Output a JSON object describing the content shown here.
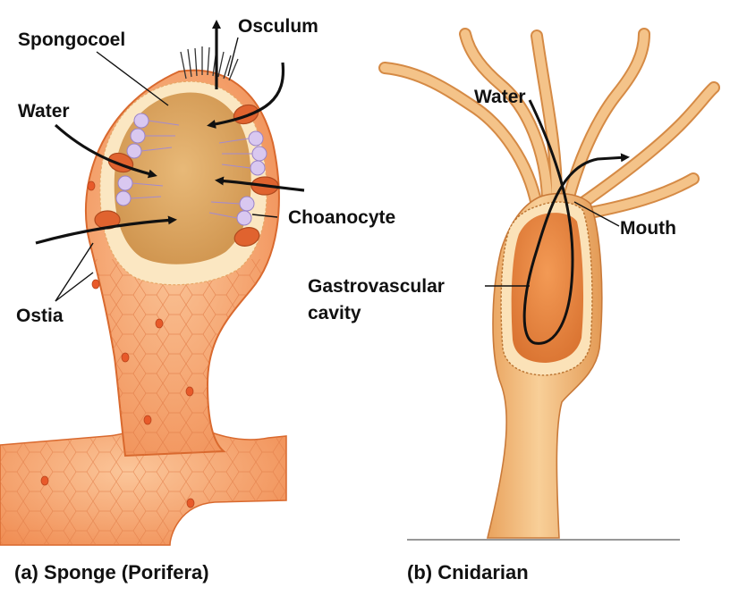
{
  "sponge": {
    "labels": {
      "spongocoel": "Spongocoel",
      "osculum": "Osculum",
      "water": "Water",
      "choanocyte": "Choanocyte",
      "ostia": "Ostia"
    },
    "caption_tag": "(a)",
    "caption_text": "Sponge (Porifera)"
  },
  "cnidarian": {
    "labels": {
      "water": "Water",
      "mouth": "Mouth",
      "gastro_line1": "Gastrovascular",
      "gastro_line2": "cavity"
    },
    "caption_tag": "(b)",
    "caption_text": "Cnidarian"
  },
  "colors": {
    "sponge_body": "#f4a46a",
    "sponge_edge": "#d9692e",
    "spongocoel": "#d9a25c",
    "choanocyte": "#cbb8e8",
    "ostia": "#d9572a",
    "cnidarian_body": "#f2b776",
    "cnidarian_cavity": "#e8843f",
    "arrow": "#111111"
  }
}
